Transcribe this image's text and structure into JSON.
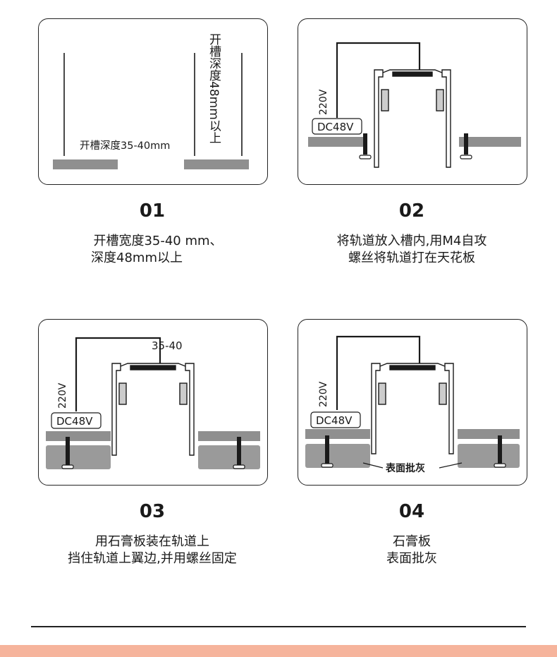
{
  "colors": {
    "accent_bar": "#f6b49c",
    "surface_gray": "#8f8f8f",
    "stroke": "#1a1a1a",
    "gypsum": "#9a9a9a"
  },
  "steps": [
    {
      "number": "01",
      "desc_lines": [
        "开槽宽度35-40 mm、",
        "深度48mm以上"
      ],
      "diagram": {
        "left_label": "开槽深度35-40mm",
        "vertical_label": "开槽深度48mm以上"
      }
    },
    {
      "number": "02",
      "desc_lines": [
        "将轨道放入槽内,用M4自攻",
        "螺丝将轨道打在天花板"
      ],
      "diagram": {
        "voltage_label": "220V",
        "dc_label": "DC48V"
      }
    },
    {
      "number": "03",
      "desc_lines": [
        "用石膏板装在轨道上",
        "挡住轨道上翼边,并用螺丝固定"
      ],
      "diagram": {
        "voltage_label": "220V",
        "dc_label": "DC48V",
        "width_label": "35-40"
      }
    },
    {
      "number": "04",
      "desc_lines": [
        "石膏板",
        "表面批灰"
      ],
      "diagram": {
        "voltage_label": "220V",
        "dc_label": "DC48V",
        "surface_label": "表面批灰"
      }
    }
  ]
}
